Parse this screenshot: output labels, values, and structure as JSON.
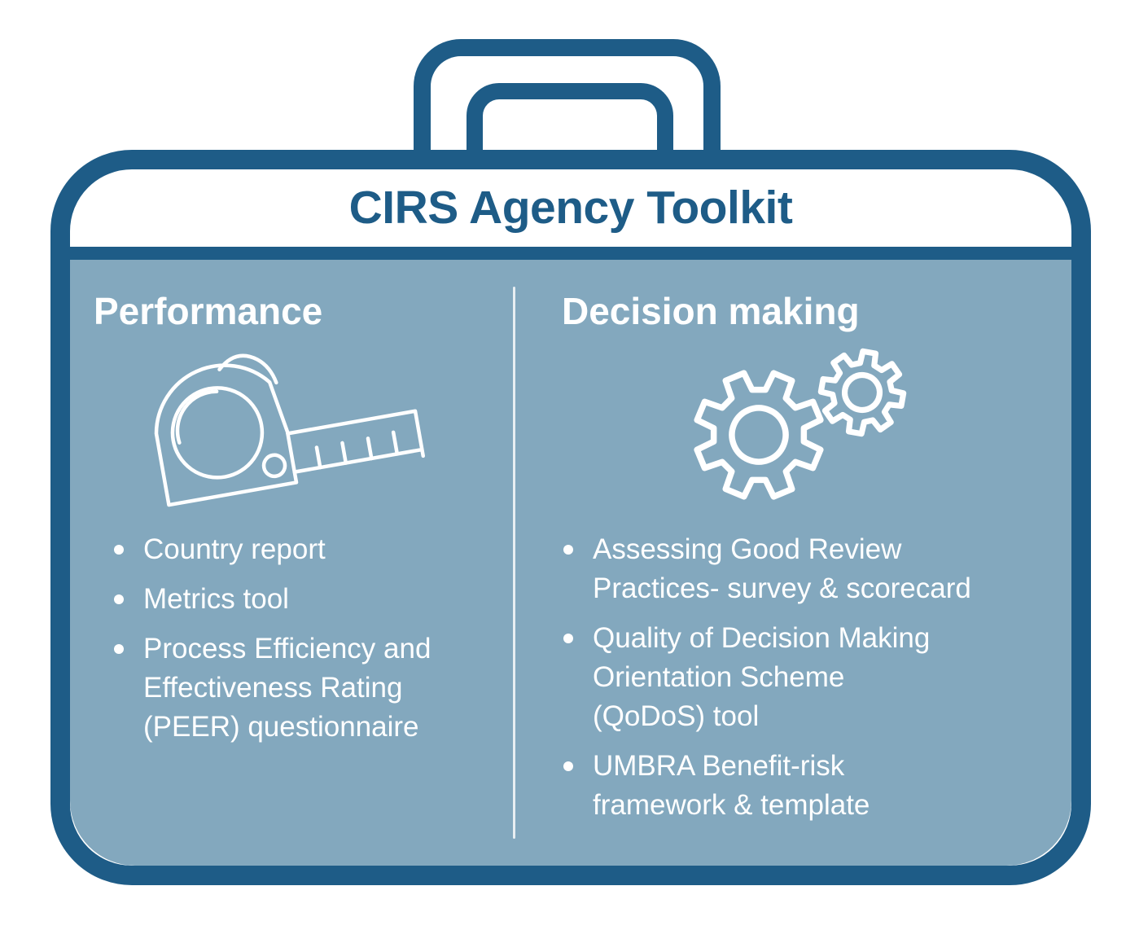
{
  "title": "CIRS Agency Toolkit",
  "colors": {
    "dark_blue": "#1E5C87",
    "panel_blue": "#83A8BE",
    "text_white": "#FFFFFF",
    "column_divider": "#E8EEF2"
  },
  "columns": [
    {
      "heading": "Performance",
      "icon": "tape-measure-icon",
      "items": [
        "Country report",
        "Metrics tool",
        "Process Efficiency and\nEffectiveness Rating\n(PEER) questionnaire"
      ]
    },
    {
      "heading": "Decision making",
      "icon": "gears-icon",
      "items": [
        "Assessing Good Review\nPractices- survey & scorecard",
        "Quality of Decision Making\nOrientation Scheme\n(QoDoS) tool",
        "UMBRA Benefit-risk\nframework & template"
      ]
    }
  ]
}
